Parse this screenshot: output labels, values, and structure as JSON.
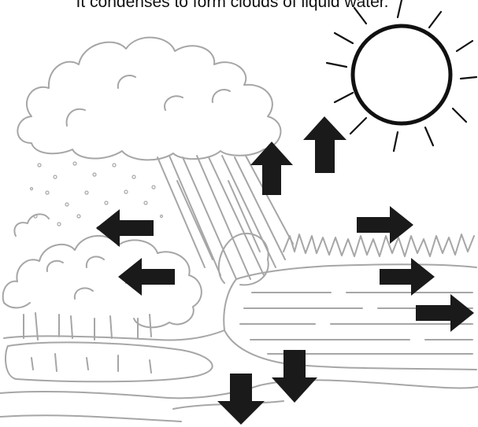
{
  "caption": "It condenses to form clouds of liquid water.",
  "colors": {
    "sketch": "#a6a6a6",
    "arrow": "#1a1a1a",
    "background": "#ffffff"
  },
  "icons": [
    "sun-icon",
    "cloud-icon",
    "rain",
    "snow",
    "trees",
    "lake",
    "arrow-up",
    "arrow-left",
    "arrow-right",
    "arrow-down"
  ]
}
